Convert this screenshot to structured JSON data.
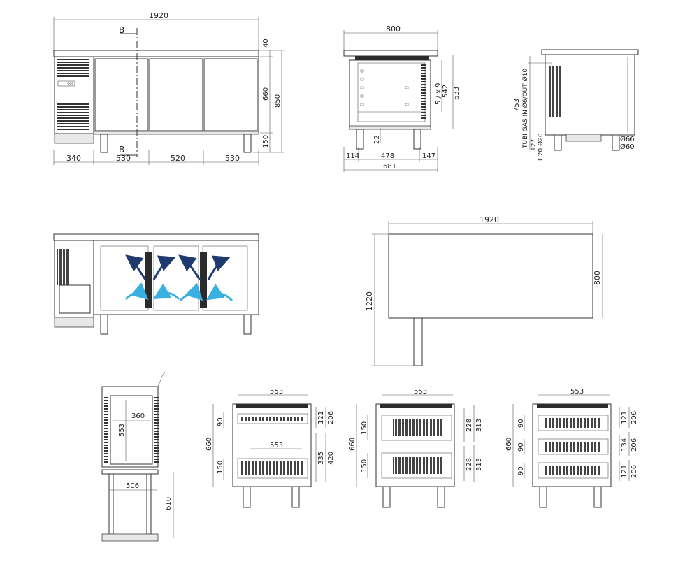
{
  "views": {
    "front": {
      "dims": {
        "overall_width": "1920",
        "top": "40",
        "body": "660",
        "total_height": "850",
        "legs": "150",
        "w1": "340",
        "w2": "530",
        "w3": "520",
        "w4": "530"
      },
      "section_mark": "B"
    },
    "side": {
      "dims": {
        "top": "800",
        "h1": "542",
        "h2": "633",
        "shelves": "5 / x 9",
        "d1": "114",
        "d2": "478",
        "d3": "147",
        "d4": "681",
        "d5": "22"
      }
    },
    "end": {
      "dims": {
        "h": "753",
        "gas": "TUBI GAS IN Ø6/OUT Ø10",
        "a": "127",
        "b": "H20 Ø20",
        "c": "Ø66",
        "d": "Ø60"
      }
    },
    "top_plan": {
      "dims": {
        "w": "1920",
        "d": "800",
        "total": "1220"
      }
    },
    "section_door": {
      "dims": {
        "a": "360",
        "b": "553",
        "c": "506",
        "d": "610"
      }
    },
    "drawer1": {
      "dims": {
        "top": "553",
        "mid": "553",
        "h": "660",
        "a": "90",
        "b": "150",
        "c": "121",
        "d": "206",
        "e": "335",
        "f": "420"
      }
    },
    "drawer2": {
      "dims": {
        "top": "553",
        "h": "660",
        "a": "150",
        "b": "150",
        "c": "228",
        "d": "313",
        "e": "228",
        "f": "313"
      }
    },
    "drawer3": {
      "dims": {
        "top": "553",
        "h": "660",
        "a": "90",
        "b": "90",
        "c": "90",
        "d": "121",
        "e": "206",
        "f": "134",
        "g": "206",
        "h2": "121",
        "i": "206"
      }
    }
  },
  "colors": {
    "line": "#333333",
    "airflow_dark": "#1f3a6e",
    "airflow_light": "#3ab0e0"
  }
}
